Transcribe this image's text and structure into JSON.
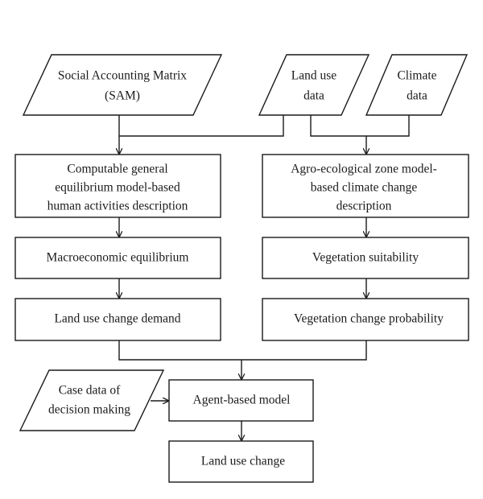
{
  "nodes": {
    "sam": {
      "lines": [
        "Social Accounting Matrix",
        "(SAM)"
      ]
    },
    "land_use_data": {
      "lines": [
        "Land use",
        "data"
      ]
    },
    "climate_data": {
      "lines": [
        "Climate",
        "data"
      ]
    },
    "cge_model": {
      "lines": [
        "Computable general",
        "equilibrium model-based",
        "human activities description"
      ]
    },
    "aez_model": {
      "lines": [
        "Agro-ecological zone model-",
        "based climate change",
        "description"
      ]
    },
    "macro_equilibrium": {
      "lines": [
        "Macroeconomic equilibrium"
      ]
    },
    "vegetation_suitability": {
      "lines": [
        "Vegetation suitability"
      ]
    },
    "land_use_change_demand": {
      "lines": [
        "Land use change demand"
      ]
    },
    "vegetation_change_probability": {
      "lines": [
        "Vegetation change probability"
      ]
    },
    "case_data": {
      "lines": [
        "Case data of",
        "decision making"
      ]
    },
    "agent_based_model": {
      "lines": [
        "Agent-based model"
      ]
    },
    "land_use_change": {
      "lines": [
        "Land use change"
      ]
    }
  },
  "edges": [
    {
      "from": "sam",
      "to": "cge_model"
    },
    {
      "from": "land_use_data",
      "to": "cge_model"
    },
    {
      "from": "land_use_data",
      "to": "aez_model"
    },
    {
      "from": "climate_data",
      "to": "aez_model"
    },
    {
      "from": "cge_model",
      "to": "macro_equilibrium"
    },
    {
      "from": "macro_equilibrium",
      "to": "land_use_change_demand"
    },
    {
      "from": "aez_model",
      "to": "vegetation_suitability"
    },
    {
      "from": "vegetation_suitability",
      "to": "vegetation_change_probability"
    },
    {
      "from": "land_use_change_demand",
      "to": "agent_based_model"
    },
    {
      "from": "vegetation_change_probability",
      "to": "agent_based_model"
    },
    {
      "from": "case_data",
      "to": "agent_based_model"
    },
    {
      "from": "agent_based_model",
      "to": "land_use_change"
    }
  ]
}
